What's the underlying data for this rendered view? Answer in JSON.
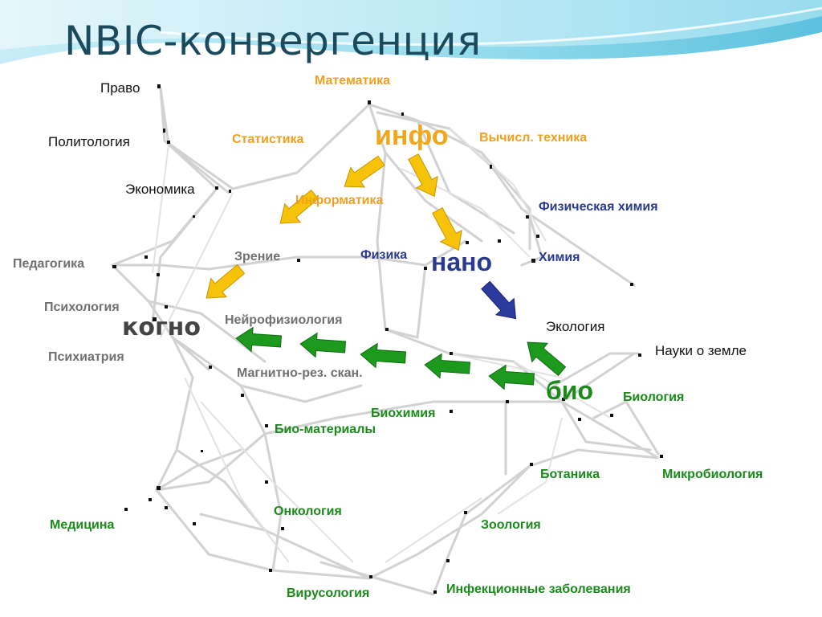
{
  "title": "NBIC-конвергенция",
  "colors": {
    "accent_orange": "#f0a020",
    "accent_navy": "#2a3a8f",
    "accent_green": "#1a8a1a",
    "accent_gray": "#707070",
    "accent_black": "#111111",
    "arrow_yellow": "#f7c20a",
    "arrow_blue": "#2b3a9c",
    "arrow_green": "#1d9a1d",
    "network_edge": "#d0d0d0"
  },
  "hubs": {
    "info": "инфо",
    "nano": "нано",
    "cogno": "когно",
    "bio": "био"
  },
  "labels": {
    "law": "Право",
    "political_science": "Политология",
    "economics": "Экономика",
    "pedagogy": "Педагогика",
    "psychology": "Психология",
    "psychiatry": "Психиатрия",
    "mathematics": "Математика",
    "statistics": "Статистика",
    "computing": "Вычисл. техника",
    "informatics": "Информатика",
    "vision": "Зрение",
    "physics": "Физика",
    "physical_chemistry": "Физическая химия",
    "chemistry": "Химия",
    "neurophysiology": "Нейрофизиология",
    "mri": "Магнитно-рез. скан.",
    "ecology": "Экология",
    "earth_sciences": "Науки о земле",
    "biology": "Биология",
    "biochemistry": "Биохимия",
    "biomaterials": "Био-материалы",
    "botany": "Ботаника",
    "microbiology": "Микробиология",
    "medicine": "Медицина",
    "oncology": "Онкология",
    "zoology": "Зоология",
    "virology": "Вирусология",
    "infectious_diseases": "Инфекционные заболевания"
  }
}
